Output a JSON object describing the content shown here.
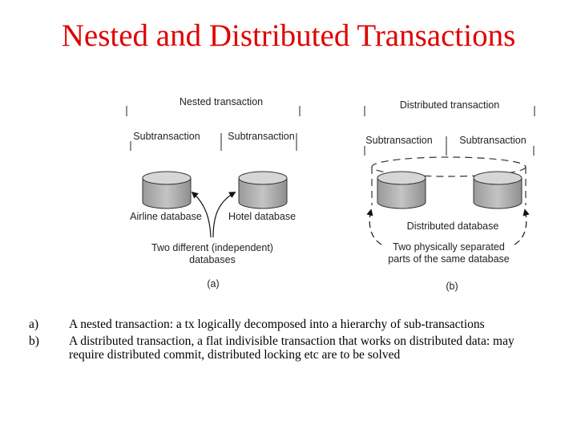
{
  "slide": {
    "title": "Nested and Distributed Transactions"
  },
  "diagram_a": {
    "heading": "Nested transaction",
    "sub_left": "Subtransaction",
    "sub_right": "Subtransaction",
    "db_left": "Airline database",
    "db_right": "Hotel database",
    "note_line1": "Two different (independent)",
    "note_line2": "databases",
    "caption": "(a)"
  },
  "diagram_b": {
    "heading": "Distributed transaction",
    "sub_left": "Subtransaction",
    "sub_right": "Subtransaction",
    "db_label": "Distributed database",
    "note_line1": "Two physically separated",
    "note_line2": "parts of the same database",
    "caption": "(b)"
  },
  "bullets": [
    {
      "marker": "a)",
      "text": "A nested transaction: a tx logically decomposed into a hierarchy of sub-transactions"
    },
    {
      "marker": "b)",
      "text": "A distributed transaction, a flat indivisible  transaction that works on distributed data: may require distributed commit, distributed locking etc are to be solved"
    }
  ]
}
